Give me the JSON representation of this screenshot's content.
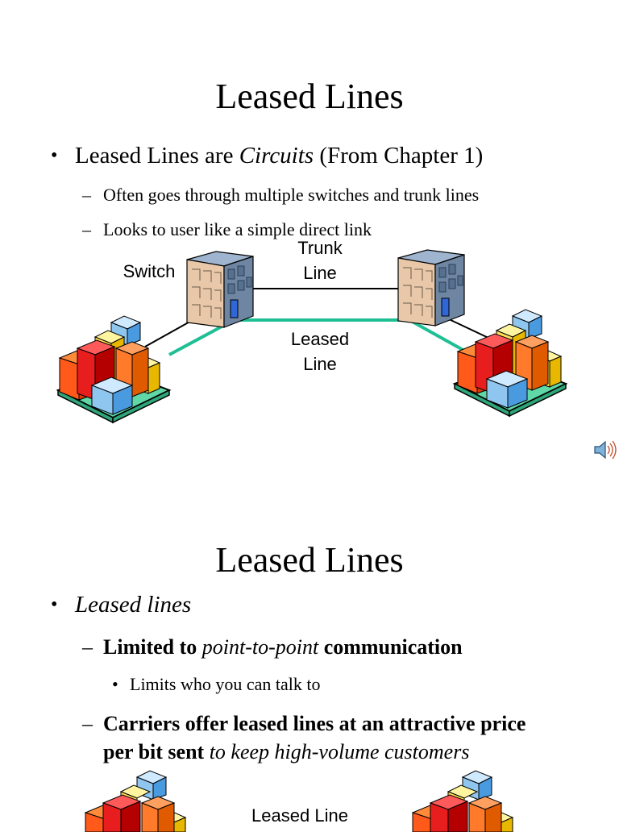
{
  "slide1": {
    "title": "Leased Lines",
    "bullet_prefix": "Leased Lines are ",
    "bullet_italic": "Circuits",
    "bullet_suffix": " (From Chapter 1)",
    "subs": [
      "Often goes through multiple switches and trunk lines",
      "Looks to user like a simple direct link"
    ],
    "diagram": {
      "switch_label": "Switch",
      "trunk_label_line1": "Trunk",
      "trunk_label_line2": "Line",
      "leased_label_line1": "Leased",
      "leased_label_line2": "Line"
    }
  },
  "slide2": {
    "title": "Leased Lines",
    "bullet_italic": "Leased lines",
    "sub1_prefix": "Limited to ",
    "sub1_italic": "point-to-point",
    "sub1_suffix": " communication",
    "subsub": "Limits who you can talk to",
    "sub2_line1": "Carriers offer leased lines at an attractive price",
    "sub2_line2_prefix": "per bit sent ",
    "sub2_line2_italic": "to keep high-volume customers",
    "diagram": {
      "leased_label": "Leased Line"
    }
  },
  "colors": {
    "leased_line": "#1fbf95",
    "trunk_line": "#000000",
    "building_tan": "#e8c8a8",
    "building_gray": "#6f86a3",
    "platform_green": "#5fd7a7"
  },
  "icons": [
    "speaker-icon",
    "building-icon",
    "campus-icon"
  ]
}
